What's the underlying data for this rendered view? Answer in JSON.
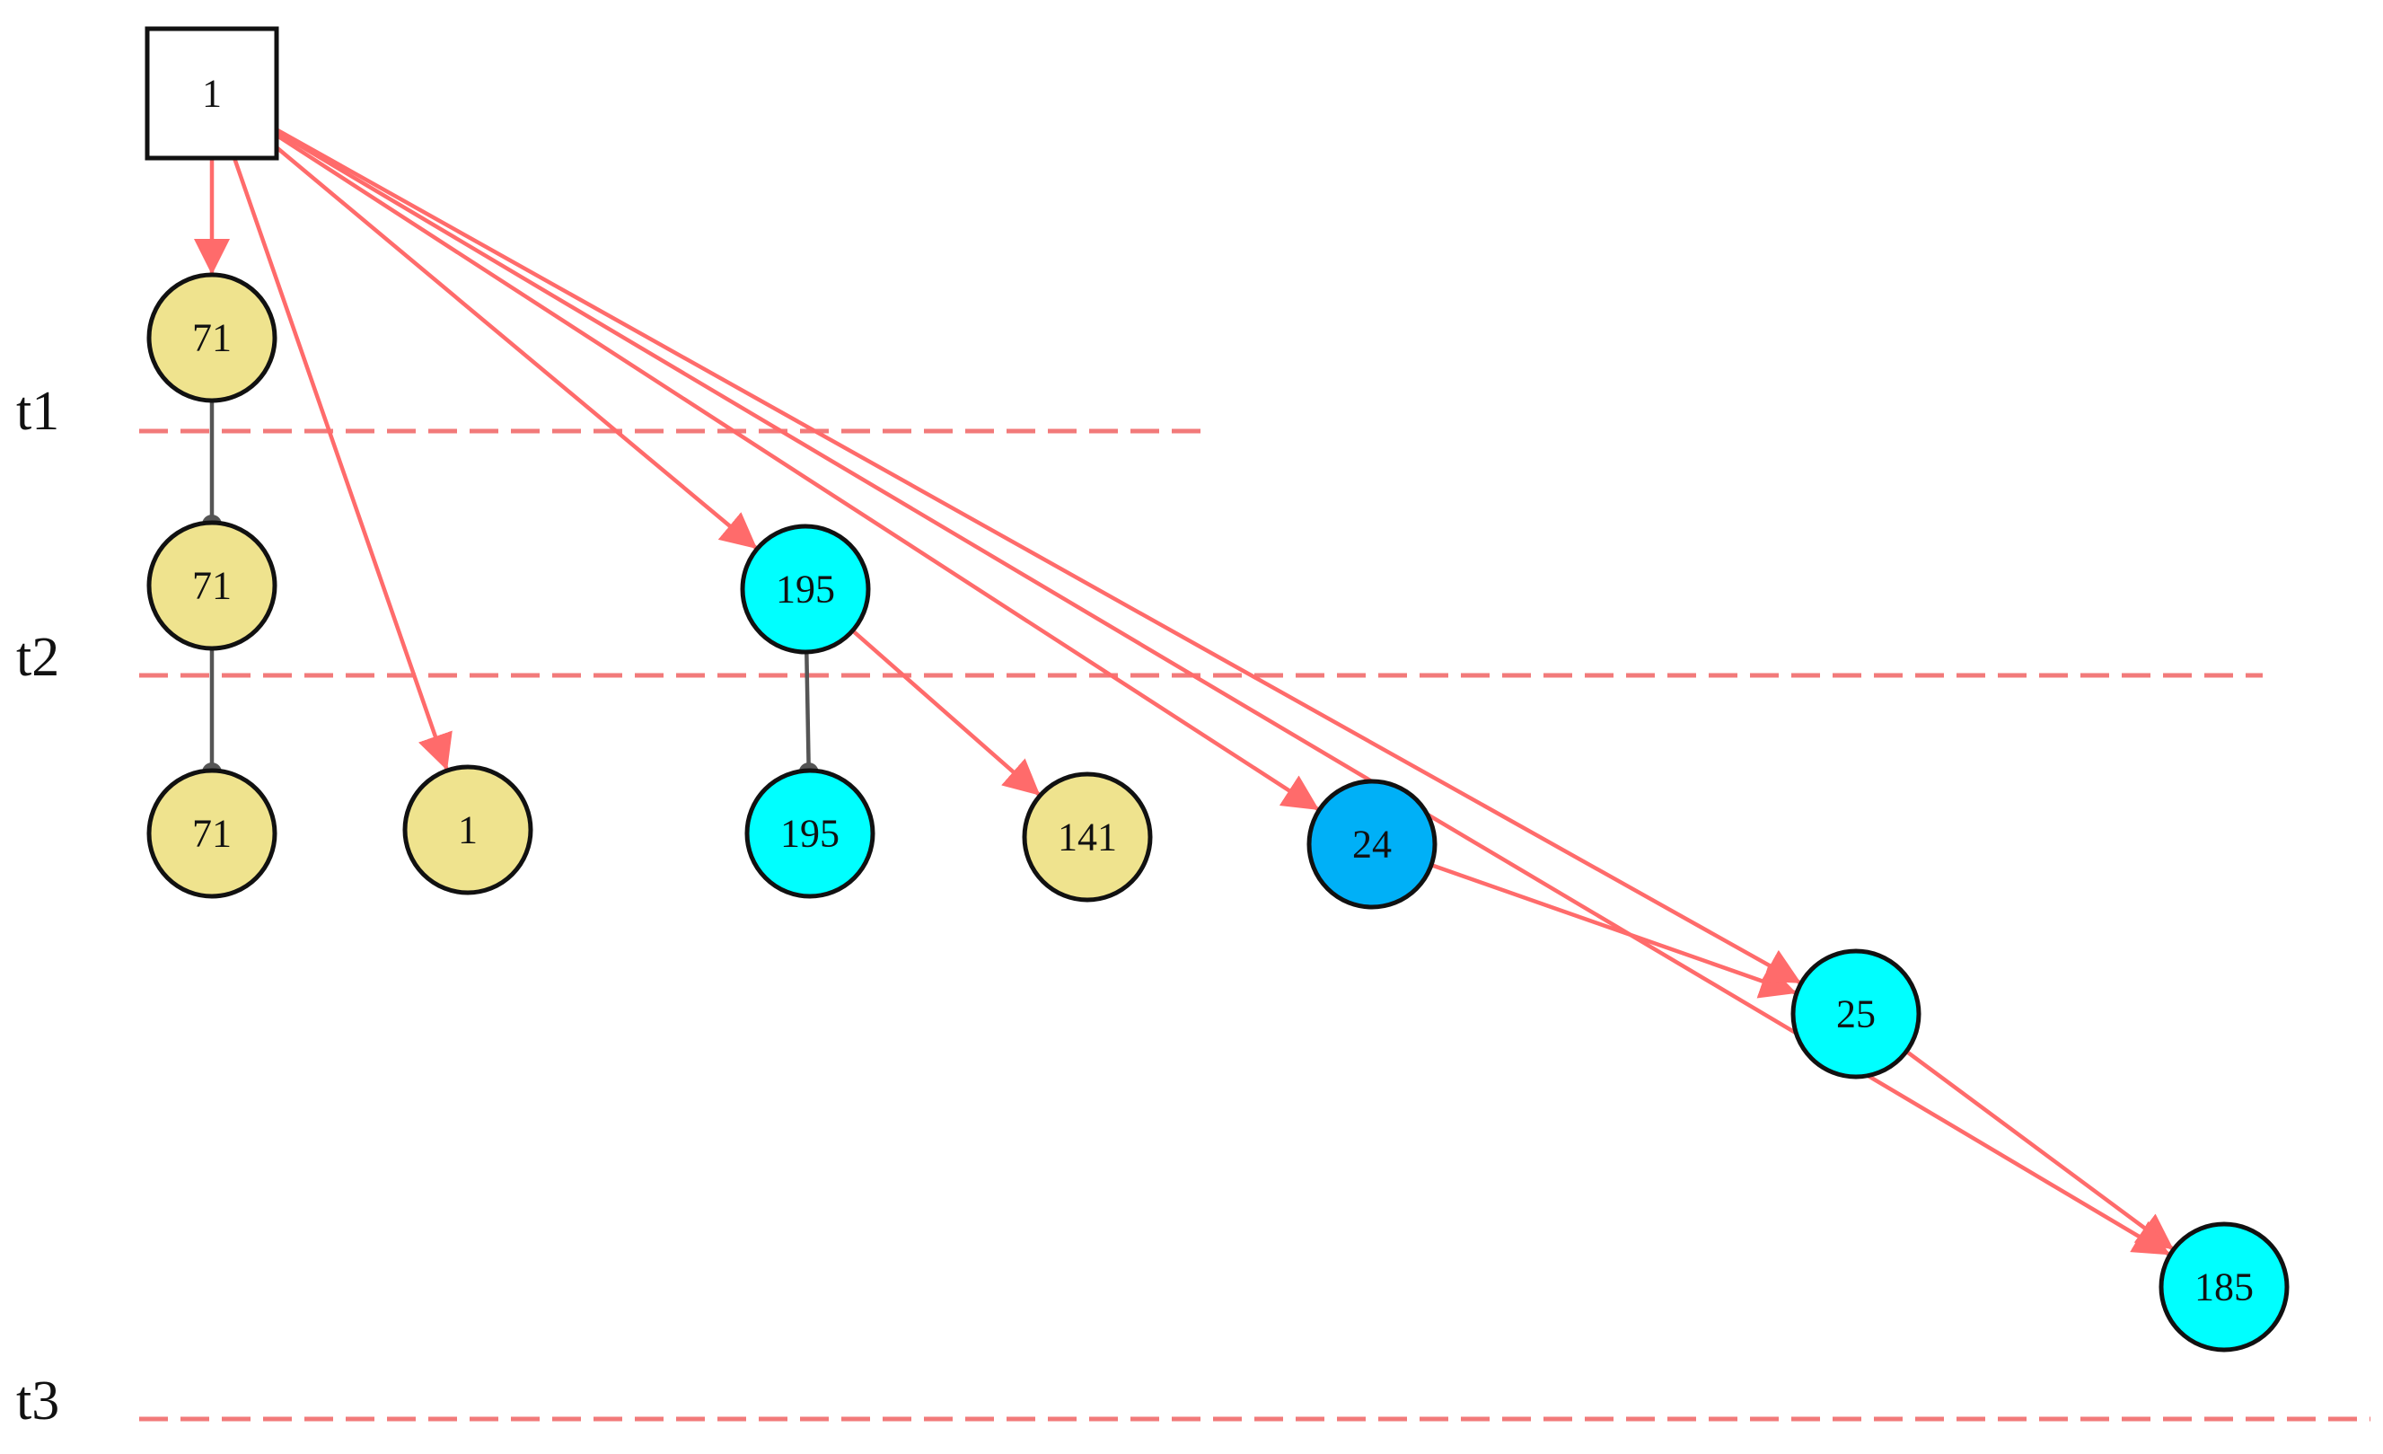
{
  "colors": {
    "khaki": "#efe38e",
    "cyan": "#00ffff",
    "blue": "#00b0f7",
    "white": "#ffffff",
    "red_edge": "#ff6b6b",
    "grey_edge": "#555555",
    "divider": "#f27a7a"
  },
  "time_labels": [
    "t1",
    "t2",
    "t3"
  ],
  "nodes": [
    {
      "id": "root",
      "label": "1",
      "shape": "square",
      "color": "white"
    },
    {
      "id": "n71a",
      "label": "71",
      "shape": "circle",
      "color": "khaki"
    },
    {
      "id": "n71b",
      "label": "71",
      "shape": "circle",
      "color": "khaki"
    },
    {
      "id": "n195a",
      "label": "195",
      "shape": "circle",
      "color": "cyan"
    },
    {
      "id": "n71c",
      "label": "71",
      "shape": "circle",
      "color": "khaki"
    },
    {
      "id": "n1",
      "label": "1",
      "shape": "circle",
      "color": "khaki"
    },
    {
      "id": "n195b",
      "label": "195",
      "shape": "circle",
      "color": "cyan"
    },
    {
      "id": "n141",
      "label": "141",
      "shape": "circle",
      "color": "khaki"
    },
    {
      "id": "n24",
      "label": "24",
      "shape": "circle",
      "color": "blue"
    },
    {
      "id": "n25",
      "label": "25",
      "shape": "circle",
      "color": "cyan"
    },
    {
      "id": "n185",
      "label": "185",
      "shape": "circle",
      "color": "cyan"
    }
  ],
  "edges": [
    {
      "from": "root",
      "to": "n71a",
      "kind": "arrow"
    },
    {
      "from": "root",
      "to": "n1",
      "kind": "arrow"
    },
    {
      "from": "root",
      "to": "n195a",
      "kind": "arrow"
    },
    {
      "from": "root",
      "to": "n24",
      "kind": "arrow"
    },
    {
      "from": "root",
      "to": "n25",
      "kind": "arrow"
    },
    {
      "from": "root",
      "to": "n185",
      "kind": "arrow"
    },
    {
      "from": "n195a",
      "to": "n141",
      "kind": "arrow"
    },
    {
      "from": "n24",
      "to": "n25",
      "kind": "arrow"
    },
    {
      "from": "n25",
      "to": "n185",
      "kind": "arrow"
    },
    {
      "from": "n71a",
      "to": "n71b",
      "kind": "continuation"
    },
    {
      "from": "n71b",
      "to": "n71c",
      "kind": "continuation"
    },
    {
      "from": "n195a",
      "to": "n195b",
      "kind": "continuation"
    }
  ]
}
